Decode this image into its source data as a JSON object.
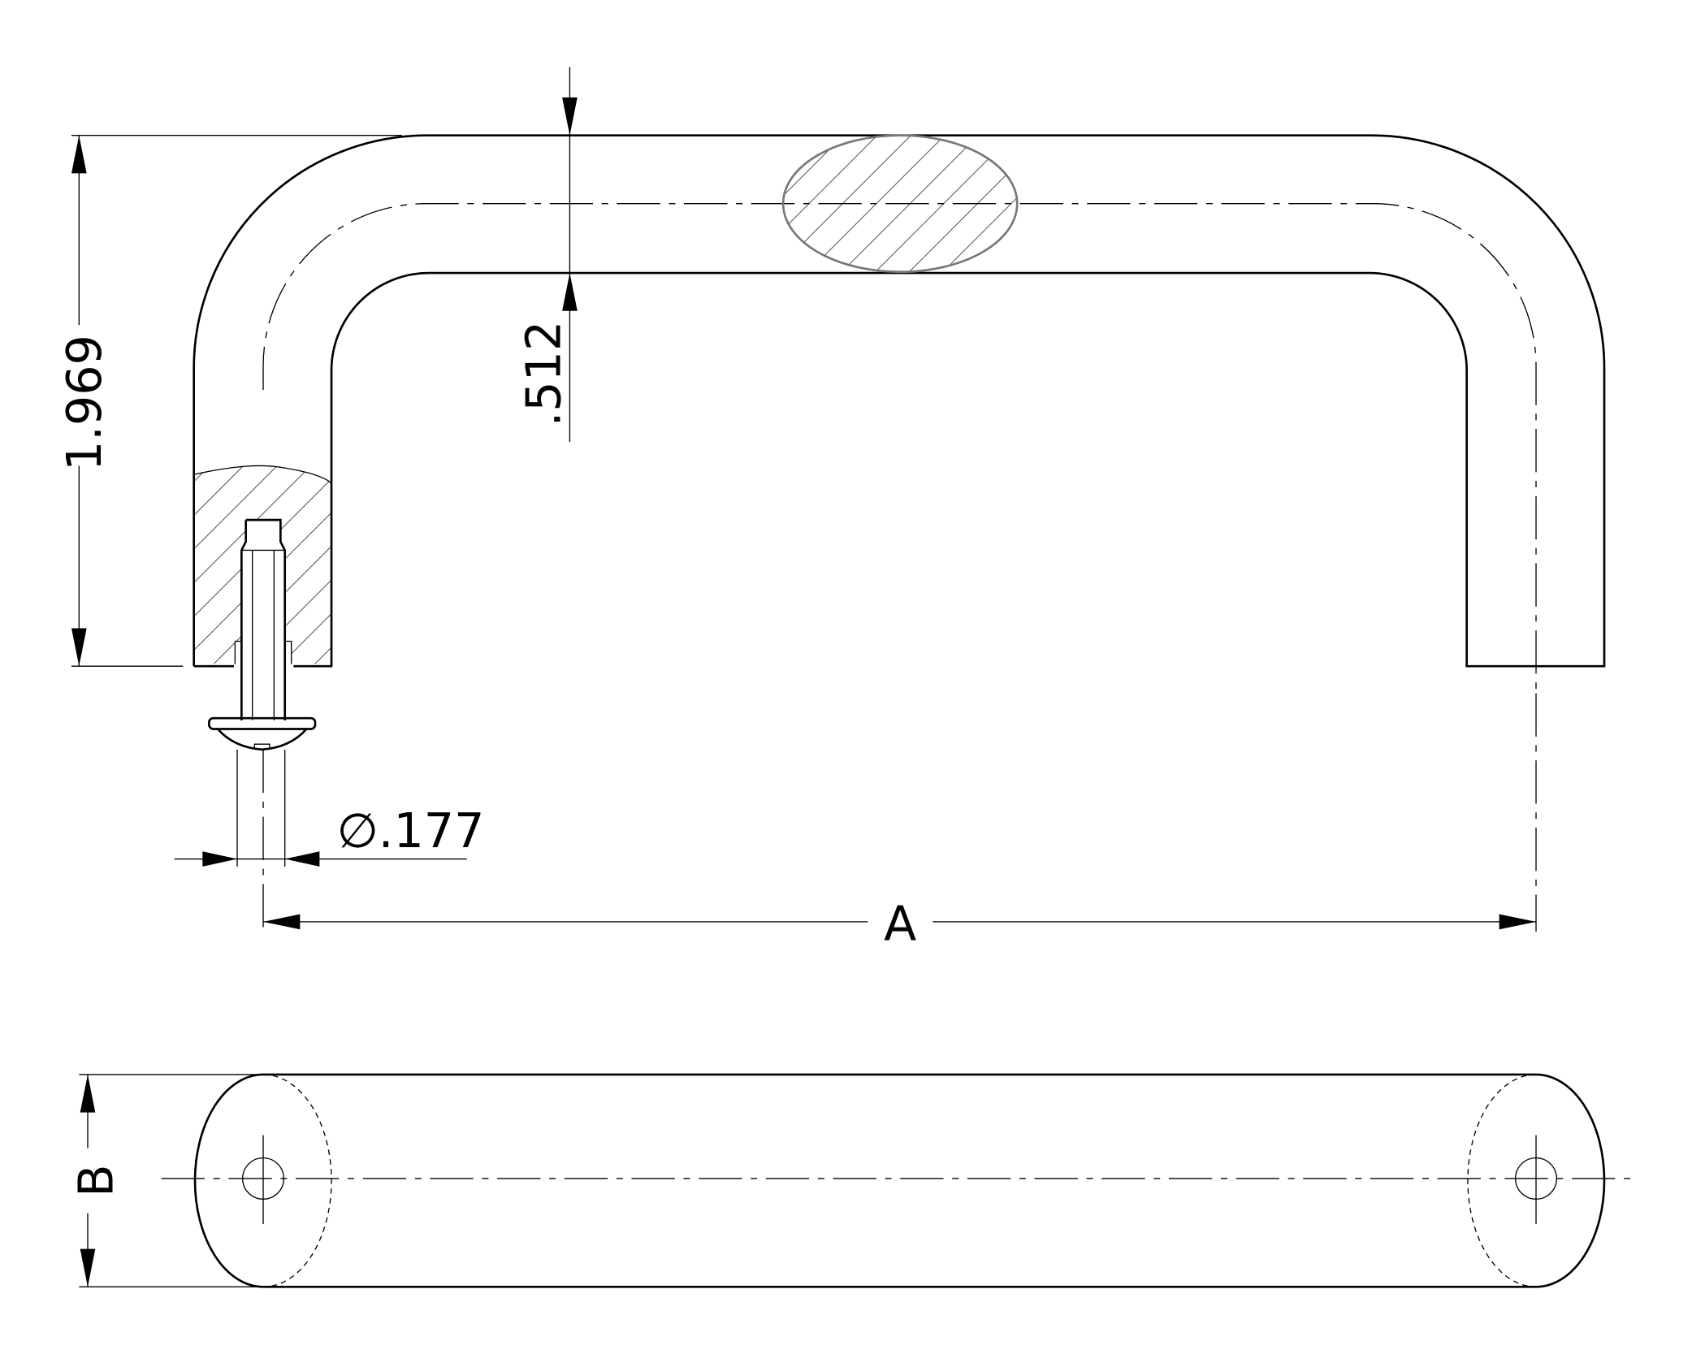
{
  "drawing": {
    "title": "U-shaped pull handle technical drawing",
    "dimensions": {
      "height": "1.969",
      "bar_diameter": ".512",
      "screw_diameter": "∅.177",
      "length": "A",
      "width": "B"
    },
    "colors": {
      "line": "#000000",
      "section_outline": "#777777"
    }
  }
}
